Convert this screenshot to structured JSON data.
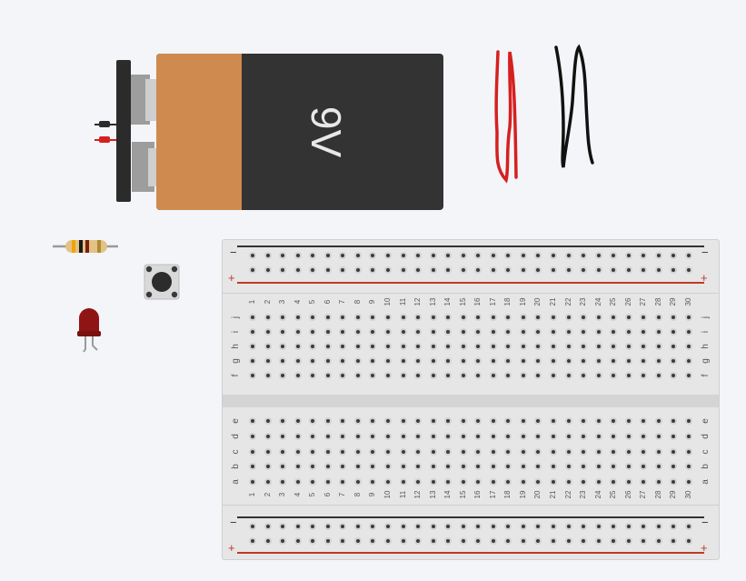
{
  "battery": {
    "label": "9V",
    "colors": {
      "body": "#333333",
      "cap": "#cf8a4f",
      "terminal_plate": "#2b2b2b",
      "terminals": "#a8a8a8"
    }
  },
  "wires": [
    {
      "color": "#d62020",
      "label": "red-wire"
    },
    {
      "color": "#111111",
      "label": "black-wire"
    }
  ],
  "components": {
    "resistor": {
      "body_color": "#e2c285",
      "bands": [
        "#f1a400",
        "#1b1b1b",
        "#7a1f10",
        "#b08a37"
      ]
    },
    "pushbutton": {
      "body_color": "#d9d9d9",
      "cap_color": "#2c2c2c"
    },
    "led": {
      "color": "#8f1414"
    }
  },
  "breadboard": {
    "columns": [
      "1",
      "2",
      "3",
      "4",
      "5",
      "6",
      "7",
      "8",
      "9",
      "10",
      "11",
      "12",
      "13",
      "14",
      "15",
      "16",
      "17",
      "18",
      "19",
      "20",
      "21",
      "22",
      "23",
      "24",
      "25",
      "26",
      "27",
      "28",
      "29",
      "30"
    ],
    "top_rows": [
      "j",
      "i",
      "h",
      "g",
      "f"
    ],
    "bottom_rows": [
      "e",
      "d",
      "c",
      "b",
      "a"
    ],
    "rail_minus": "−",
    "rail_plus": "+",
    "colors": {
      "rail_negative": "#333333",
      "rail_positive": "#c0392b",
      "hole": "#3b3b3b",
      "body": "#e6e6e6"
    }
  }
}
